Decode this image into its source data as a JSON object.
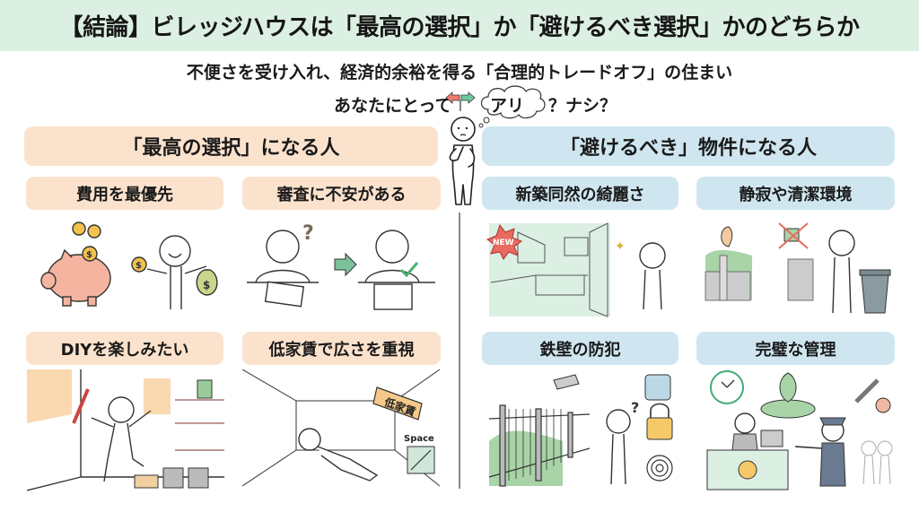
{
  "title": "【結論】ビレッジハウスは「最高の選択」か「避けるべき選択」かのどちらか",
  "subtitle": "不便さを受け入れ、経済的余裕を得る「合理的トレードオフ」の住まい",
  "question": {
    "prefix": "あなたにとって",
    "bubble_text": "アリ",
    "suffix": "？ナシ？"
  },
  "colors": {
    "title_bg": "#dcefe3",
    "warm": "#fbe2cc",
    "cool": "#cfe6f0",
    "divider": "#8a8a8a"
  },
  "left": {
    "header": "「最高の選択」になる人",
    "cards": [
      {
        "label": "費用を最優先",
        "illustration": "piggy-bank-and-happy-person-with-money-bag"
      },
      {
        "label": "審査に不安がある",
        "illustration": "worried-person-to-happy-person-with-approved-form"
      },
      {
        "label": "DIYを楽しみたい",
        "illustration": "person-painting-walls-diy"
      },
      {
        "label": "低家賃で広さを重視",
        "illustration": "person-relaxing-in-spacious-room",
        "tag_text": "低家賃",
        "space_label": "Space"
      }
    ]
  },
  "right": {
    "header": "「避けるべき」物件になる人",
    "cards": [
      {
        "label": "新築同然の綺麗さ",
        "illustration": "new-kitchen-and-disgusted-person",
        "badge_text": "NEW"
      },
      {
        "label": "静寂や清潔環境",
        "illustration": "noisy-street-and-trash-can"
      },
      {
        "label": "鉄壁の防犯",
        "illustration": "fence-camera-lock-fingerprint"
      },
      {
        "label": "完璧な管理",
        "illustration": "concierge-desk-and-security-guard"
      }
    ]
  }
}
